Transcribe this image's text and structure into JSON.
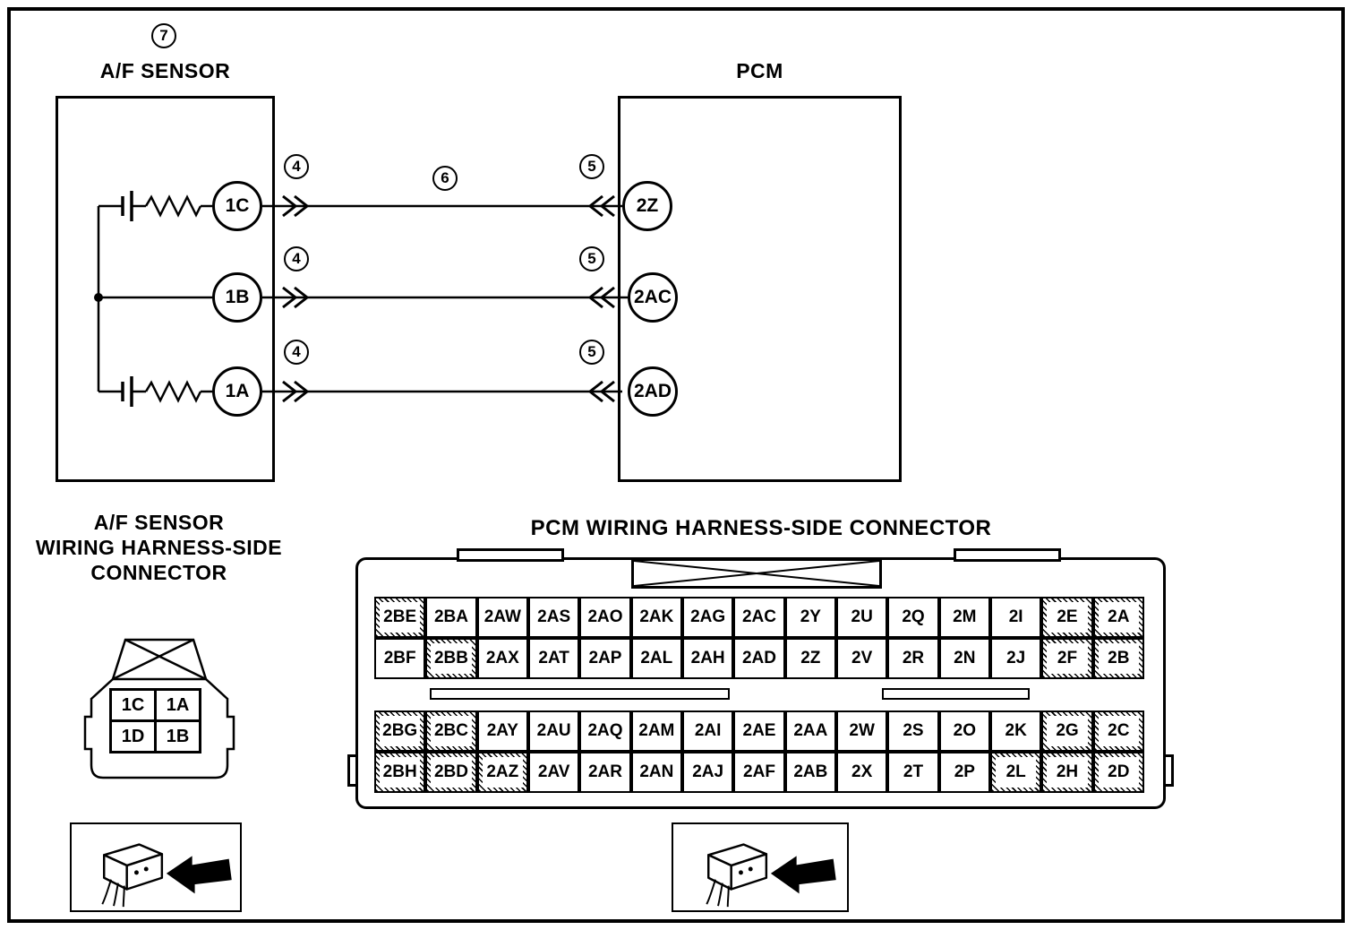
{
  "colors": {
    "line": "#000000",
    "background": "#ffffff"
  },
  "schematic": {
    "component_ref": "7",
    "af_sensor_title": "A/F SENSOR",
    "pcm_title": "PCM",
    "wires": [
      {
        "left_pin": "1C",
        "right_pin": "2Z",
        "left_ref": "4",
        "right_ref": "5",
        "wire_ref": "6"
      },
      {
        "left_pin": "1B",
        "right_pin": "2AC",
        "left_ref": "4",
        "right_ref": "5"
      },
      {
        "left_pin": "1A",
        "right_pin": "2AD",
        "left_ref": "4",
        "right_ref": "5"
      }
    ]
  },
  "af_connector": {
    "title_line1": "A/F SENSOR",
    "title_line2": "WIRING HARNESS-SIDE",
    "title_line3": "CONNECTOR",
    "pins": [
      [
        "1C",
        "1A"
      ],
      [
        "1D",
        "1B"
      ]
    ]
  },
  "pcm_connector": {
    "title": "PCM WIRING HARNESS-SIDE CONNECTOR",
    "rows": [
      [
        "2BE",
        "2BA",
        "2AW",
        "2AS",
        "2AO",
        "2AK",
        "2AG",
        "2AC",
        "2Y",
        "2U",
        "2Q",
        "2M",
        "2I",
        "2E",
        "2A"
      ],
      [
        "2BF",
        "2BB",
        "2AX",
        "2AT",
        "2AP",
        "2AL",
        "2AH",
        "2AD",
        "2Z",
        "2V",
        "2R",
        "2N",
        "2J",
        "2F",
        "2B"
      ],
      [
        "2BG",
        "2BC",
        "2AY",
        "2AU",
        "2AQ",
        "2AM",
        "2AI",
        "2AE",
        "2AA",
        "2W",
        "2S",
        "2O",
        "2K",
        "2G",
        "2C"
      ],
      [
        "2BH",
        "2BD",
        "2AZ",
        "2AV",
        "2AR",
        "2AN",
        "2AJ",
        "2AF",
        "2AB",
        "2X",
        "2T",
        "2P",
        "2L",
        "2H",
        "2D"
      ]
    ],
    "hatched_pins": [
      "2BE",
      "2BB",
      "2E",
      "2A",
      "2F",
      "2B",
      "2BG",
      "2BC",
      "2BH",
      "2BD",
      "2AZ",
      "2G",
      "2C",
      "2L",
      "2H",
      "2D"
    ]
  },
  "icons": {
    "view_box_icon": "connector-insertion-arrow-icon"
  }
}
